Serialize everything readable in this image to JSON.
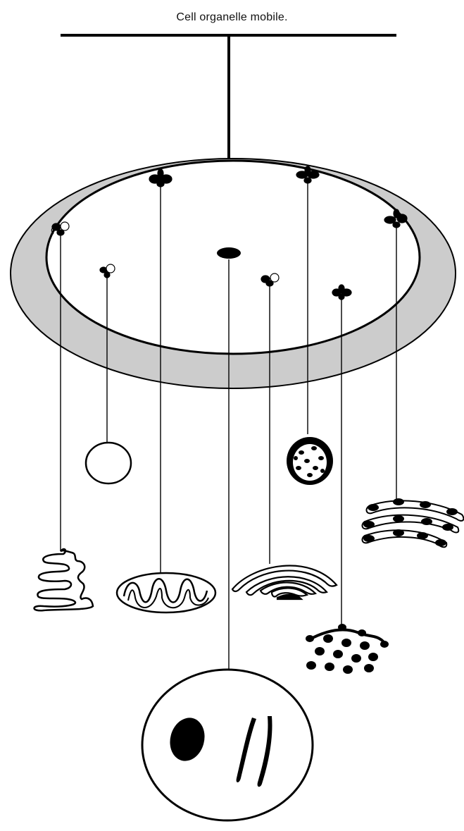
{
  "title": "Cell organelle mobile.",
  "colors": {
    "stroke": "#000000",
    "ring_fill": "#cccccc",
    "background": "#ffffff"
  },
  "organelles": [
    {
      "name": "endoplasmic-reticulum"
    },
    {
      "name": "vacuole"
    },
    {
      "name": "mitochondrion"
    },
    {
      "name": "nucleus"
    },
    {
      "name": "golgi-apparatus"
    },
    {
      "name": "lysosome"
    },
    {
      "name": "rough-endoplasmic-reticulum"
    },
    {
      "name": "granular-body"
    }
  ]
}
